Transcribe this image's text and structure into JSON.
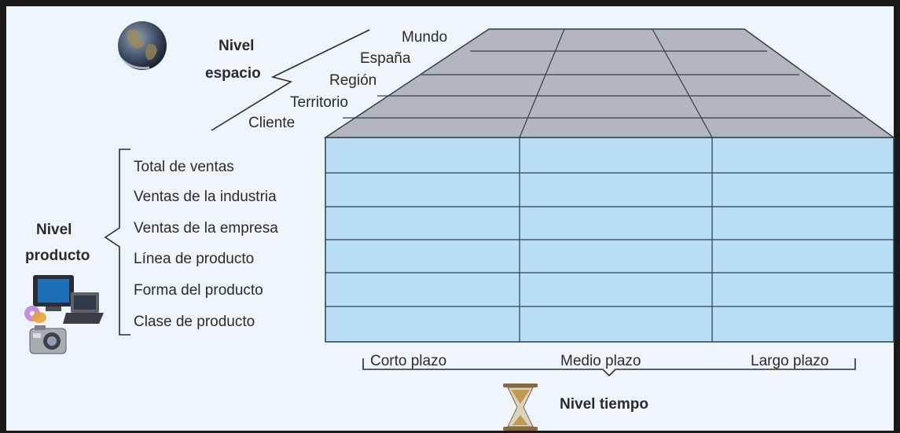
{
  "space_level": {
    "title_line1": "Nivel",
    "title_line2": "espacio",
    "items": [
      "Mundo",
      "España",
      "Región",
      "Territorio",
      "Cliente"
    ]
  },
  "product_level": {
    "title_line1": "Nivel",
    "title_line2": "producto",
    "items": [
      "Total de ventas",
      "Ventas de la industria",
      "Ventas de la empresa",
      "Línea de producto",
      "Forma del producto",
      "Clase de producto"
    ]
  },
  "time_level": {
    "title": "Nivel tiempo",
    "items": [
      "Corto plazo",
      "Medio plazo",
      "Largo plazo"
    ]
  },
  "colors": {
    "grid_front": "#b9def5",
    "grid_top": "#b3b7bd",
    "lines": "#2e3f4c",
    "background": "#eef6fc"
  },
  "icons": [
    "globe-icon",
    "computer-devices-icon",
    "camera-icon",
    "hourglass-icon"
  ]
}
